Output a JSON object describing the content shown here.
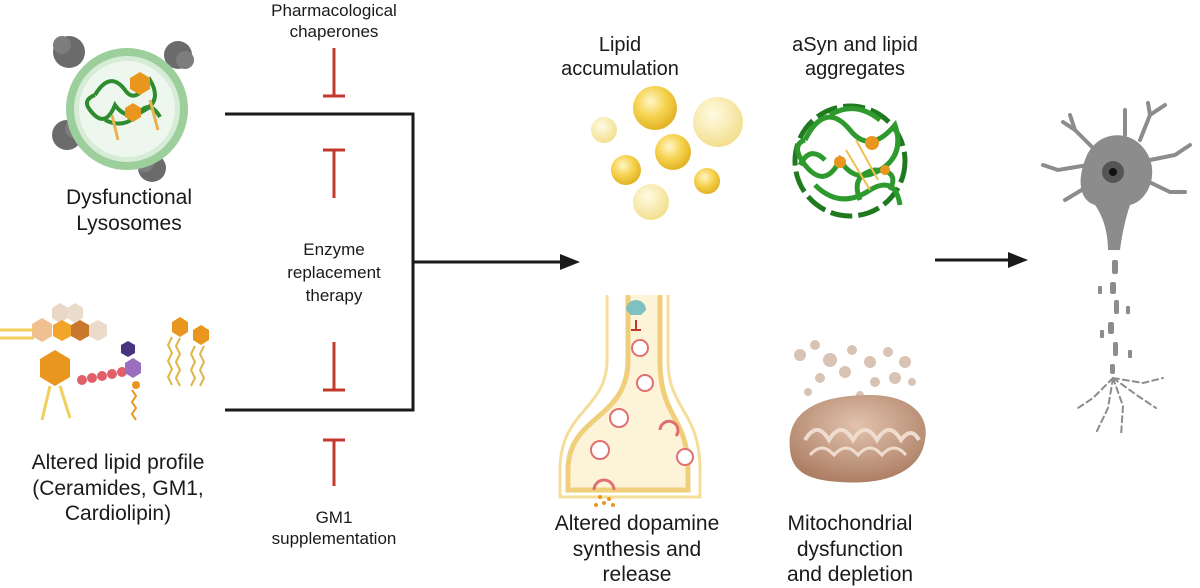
{
  "labels": {
    "dysfunctional_lysosomes": [
      "Dysfunctional",
      "Lysosomes"
    ],
    "altered_lipid_profile": [
      "Altered lipid profile",
      "(Ceramides, GM1,",
      "Cardiolipin)"
    ],
    "pharmacological_chaperones": [
      "Pharmacological",
      "chaperones"
    ],
    "enzyme_replacement": [
      "Enzyme",
      "replacement",
      "therapy"
    ],
    "gm1_supplementation": [
      "GM1",
      "supplementation"
    ],
    "lipid_accumulation": [
      "Lipid",
      "accumulation"
    ],
    "asyn_lipid_aggregates": [
      "aSyn and lipid",
      "aggregates"
    ],
    "altered_dopamine": [
      "Altered dopamine",
      "synthesis and",
      "release"
    ],
    "mitochondrial": [
      "Mitochondrial",
      "dysfunction",
      "and depletion"
    ]
  },
  "colors": {
    "inhibitor": "#c0392b",
    "connector": "#1a1a1a",
    "lipid_droplet": "#f2c63a",
    "asyn": "#2e8b2e",
    "orange_lipid": "#e8961e",
    "neuron": "#8c8c8c",
    "mitochondria": "#b98f77"
  },
  "icons": [
    "lysosome-icon",
    "lipid-molecules-icon",
    "lipid-droplets-icon",
    "asyn-aggregate-icon",
    "dopaminergic-synapse-icon",
    "mitochondrion-icon",
    "degenerating-neuron-icon"
  ]
}
